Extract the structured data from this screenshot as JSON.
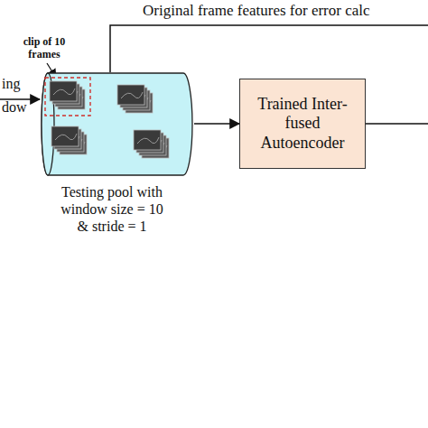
{
  "diagram": {
    "nodes": [
      {
        "text": [
          "Testing pool with window size = 10 & stride = 1"
        ]
      },
      {
        "text": [
          "Trained Inter-fused Autoencoder"
        ]
      }
    ],
    "edges": [
      {
        "from": 0,
        "to": 1,
        "arrow": "to"
      }
    ],
    "labels": [
      "Original frame features for error calc",
      "clip of 10 frames",
      "ing",
      "dow"
    ]
  }
}
